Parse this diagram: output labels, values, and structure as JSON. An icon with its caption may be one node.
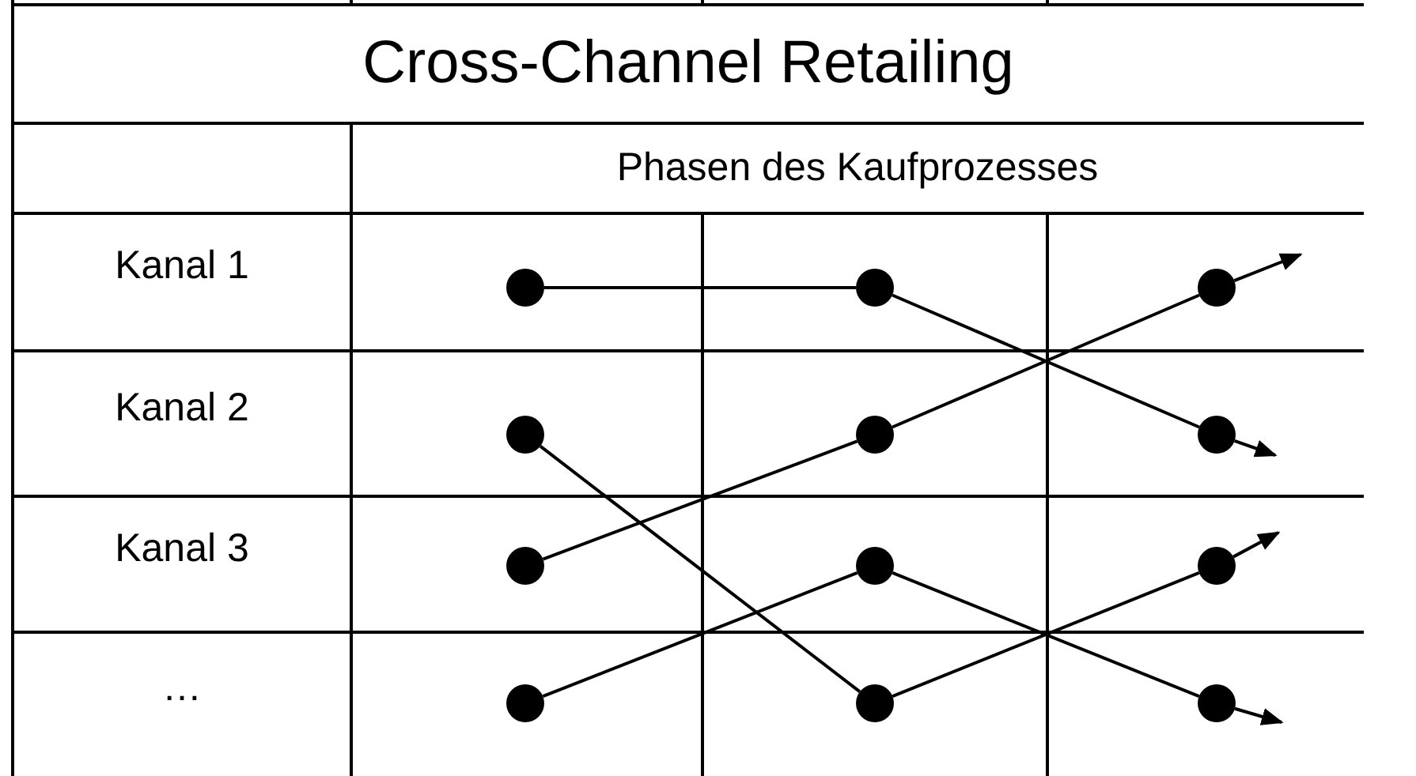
{
  "diagram": {
    "title": "Cross-Channel Retailing",
    "nodes": [
      {
        "text": [],
        "shape": "circle"
      },
      {
        "text": [],
        "shape": "circle"
      },
      {
        "text": [],
        "shape": "circle"
      },
      {
        "text": [],
        "shape": "circle"
      },
      {
        "text": [],
        "shape": "circle"
      },
      {
        "text": [],
        "shape": "circle"
      },
      {
        "text": [],
        "shape": "circle"
      },
      {
        "text": [],
        "shape": "circle"
      },
      {
        "text": [],
        "shape": "circle"
      },
      {
        "text": [],
        "shape": "circle"
      },
      {
        "text": [],
        "shape": "circle"
      },
      {
        "text": [],
        "shape": "circle"
      }
    ],
    "edges": [
      {
        "from": 0,
        "to": 1,
        "arrow": "none"
      },
      {
        "from": 1,
        "to": 5,
        "arrow": "none"
      },
      {
        "from": 5,
        "to": null,
        "arrow": "to"
      },
      {
        "from": 6,
        "to": 4,
        "arrow": "none"
      },
      {
        "from": 4,
        "to": 2,
        "arrow": "none"
      },
      {
        "from": 2,
        "to": null,
        "arrow": "to"
      },
      {
        "from": 3,
        "to": 10,
        "arrow": "none"
      },
      {
        "from": 9,
        "to": 7,
        "arrow": "none"
      },
      {
        "from": 7,
        "to": 11,
        "arrow": "none"
      },
      {
        "from": 11,
        "to": null,
        "arrow": "to"
      },
      {
        "from": 10,
        "to": 8,
        "arrow": "none"
      },
      {
        "from": 8,
        "to": null,
        "arrow": "to"
      }
    ],
    "labels": [
      "Phasen des Kaufprozesses",
      "Kanal 1",
      "Kanal 2",
      "Kanal 3",
      "…"
    ]
  }
}
